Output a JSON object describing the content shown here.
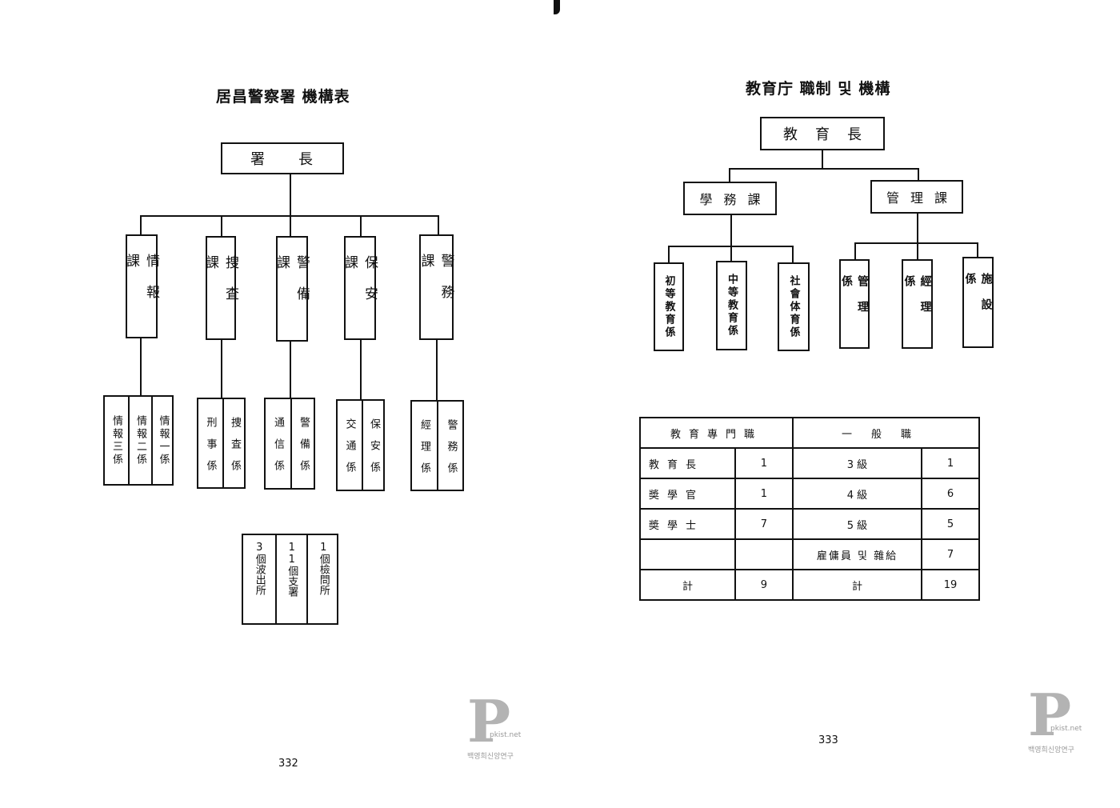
{
  "left_page": {
    "title": "居昌警察署 機構表",
    "head": "署　　長",
    "departments": [
      {
        "label": "情報課",
        "sections": [
          "情報三係",
          "情報二係",
          "情報一係"
        ]
      },
      {
        "label": "捜査課",
        "sections": [
          "刑事係",
          "捜査係"
        ]
      },
      {
        "label": "警備課",
        "sections": [
          "通信係",
          "警備係"
        ]
      },
      {
        "label": "保安課",
        "sections": [
          "交通係",
          "保安係"
        ]
      },
      {
        "label": "警務課",
        "sections": [
          "經理係",
          "警務係"
        ]
      }
    ],
    "stations": [
      "3個波出所",
      "11個支署",
      "1個檢問所"
    ],
    "page_number": "332"
  },
  "right_page": {
    "title": "教育庁 職制 및 機構",
    "head": "教育長",
    "divisions": [
      {
        "label": "學務課",
        "sections": [
          "初等教育係",
          "中等教育係",
          "社會体育係"
        ]
      },
      {
        "label": "管理課",
        "sections": [
          "管理係",
          "經理係",
          "施設係"
        ]
      }
    ],
    "staff_table": {
      "headers": [
        "教育專門職",
        "一般職"
      ],
      "rows": [
        [
          "教育長",
          "1",
          "3 級",
          "1"
        ],
        [
          "奬學官",
          "1",
          "4 級",
          "6"
        ],
        [
          "奬學士",
          "7",
          "5 級",
          "5"
        ],
        [
          "",
          "",
          "雇傭員 및 雜給",
          "7"
        ],
        [
          "計",
          "9",
          "計",
          "19"
        ]
      ]
    },
    "page_number": "333"
  },
  "watermark": {
    "letter": "P",
    "site": "pkist.net",
    "korean": "백영희신앙연구"
  }
}
